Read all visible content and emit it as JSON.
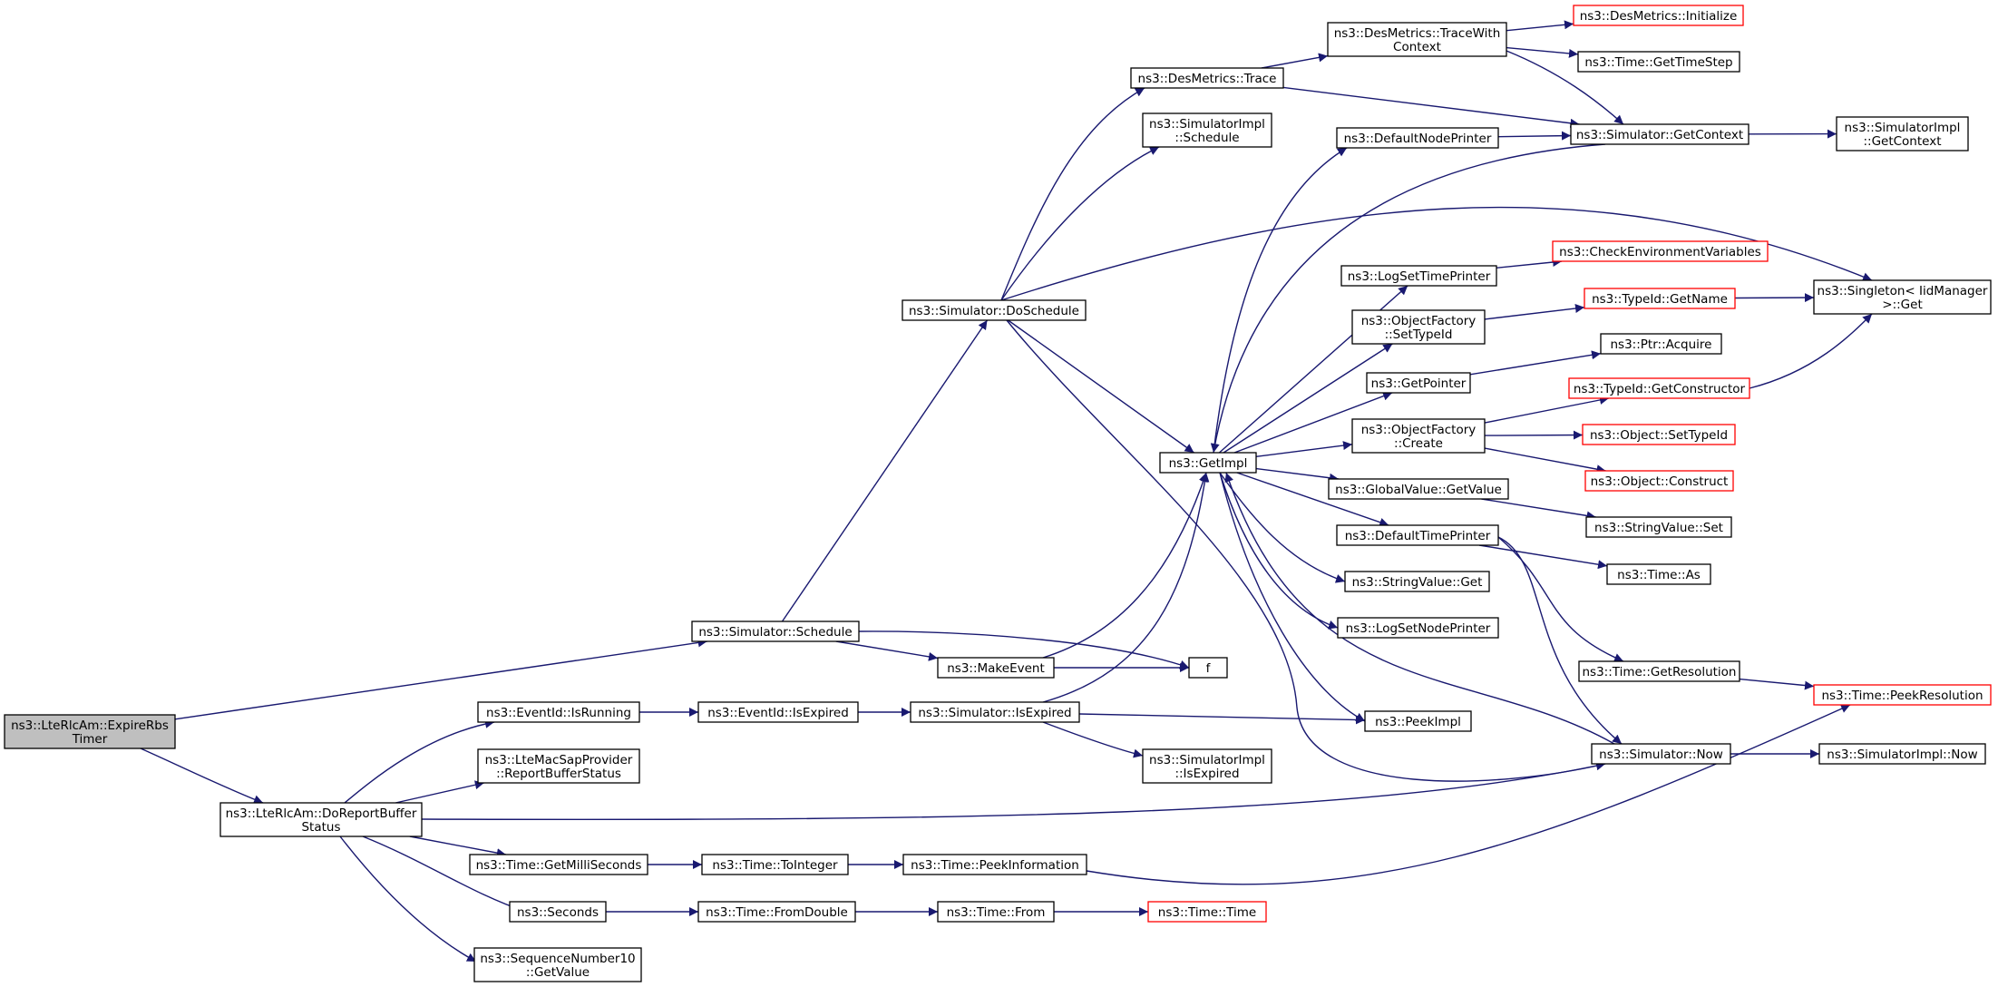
{
  "colors": {
    "edge": "#191970",
    "node_border": "#000000",
    "node_border_red": "#ff0000",
    "focus_fill": "#bfbfbf"
  },
  "nodes": {
    "expire_rbs_timer": {
      "lines": [
        "ns3::LteRlcAm::ExpireRbs",
        "Timer"
      ],
      "style": "focus"
    },
    "do_report_buffer_status": {
      "lines": [
        "ns3::LteRlcAm::DoReportBuffer",
        "Status"
      ],
      "style": "normal"
    },
    "simulator_schedule": {
      "lines": [
        "ns3::Simulator::Schedule"
      ],
      "style": "normal"
    },
    "simulator_doschedule": {
      "lines": [
        "ns3::Simulator::DoSchedule"
      ],
      "style": "normal"
    },
    "desmetrics_trace": {
      "lines": [
        "ns3::DesMetrics::Trace"
      ],
      "style": "normal"
    },
    "desmetrics_tracewith": {
      "lines": [
        "ns3::DesMetrics::TraceWith",
        "Context"
      ],
      "style": "normal"
    },
    "desmetrics_initialize": {
      "lines": [
        "ns3::DesMetrics::Initialize"
      ],
      "style": "red"
    },
    "time_gettimestep": {
      "lines": [
        "ns3::Time::GetTimeStep"
      ],
      "style": "normal"
    },
    "simimpl_schedule": {
      "lines": [
        "ns3::SimulatorImpl",
        "::Schedule"
      ],
      "style": "normal"
    },
    "defaultnodeprinter": {
      "lines": [
        "ns3::DefaultNodePrinter"
      ],
      "style": "normal"
    },
    "simulator_getcontext": {
      "lines": [
        "ns3::Simulator::GetContext"
      ],
      "style": "normal"
    },
    "simimpl_getcontext": {
      "lines": [
        "ns3::SimulatorImpl",
        "::GetContext"
      ],
      "style": "normal"
    },
    "checkenv": {
      "lines": [
        "ns3::CheckEnvironmentVariables"
      ],
      "style": "red"
    },
    "logsettimeprinter": {
      "lines": [
        "ns3::LogSetTimePrinter"
      ],
      "style": "normal"
    },
    "typeid_getname": {
      "lines": [
        "ns3::TypeId::GetName"
      ],
      "style": "red"
    },
    "singleton_get": {
      "lines": [
        "ns3::Singleton< IidManager",
        ">::Get"
      ],
      "style": "normal"
    },
    "objfactory_settypeid": {
      "lines": [
        "ns3::ObjectFactory",
        "::SetTypeId"
      ],
      "style": "normal"
    },
    "ptr_acquire": {
      "lines": [
        "ns3::Ptr::Acquire"
      ],
      "style": "normal"
    },
    "getpointer": {
      "lines": [
        "ns3::GetPointer"
      ],
      "style": "normal"
    },
    "typeid_getconstructor": {
      "lines": [
        "ns3::TypeId::GetConstructor"
      ],
      "style": "red"
    },
    "objfactory_create": {
      "lines": [
        "ns3::ObjectFactory",
        "::Create"
      ],
      "style": "normal"
    },
    "object_settypeid": {
      "lines": [
        "ns3::Object::SetTypeId"
      ],
      "style": "red"
    },
    "getimpl": {
      "lines": [
        "ns3::GetImpl"
      ],
      "style": "normal"
    },
    "object_construct": {
      "lines": [
        "ns3::Object::Construct"
      ],
      "style": "red"
    },
    "globalvalue_getvalue": {
      "lines": [
        "ns3::GlobalValue::GetValue"
      ],
      "style": "normal"
    },
    "stringvalue_set": {
      "lines": [
        "ns3::StringValue::Set"
      ],
      "style": "normal"
    },
    "defaulttimeprinter": {
      "lines": [
        "ns3::DefaultTimePrinter"
      ],
      "style": "normal"
    },
    "time_as": {
      "lines": [
        "ns3::Time::As"
      ],
      "style": "normal"
    },
    "stringvalue_get": {
      "lines": [
        "ns3::StringValue::Get"
      ],
      "style": "normal"
    },
    "logsetnodeprinter": {
      "lines": [
        "ns3::LogSetNodePrinter"
      ],
      "style": "normal"
    },
    "makeevent": {
      "lines": [
        "ns3::MakeEvent"
      ],
      "style": "normal"
    },
    "f": {
      "lines": [
        "f"
      ],
      "style": "normal"
    },
    "time_getresolution": {
      "lines": [
        "ns3::Time::GetResolution"
      ],
      "style": "normal"
    },
    "time_peekresolution": {
      "lines": [
        "ns3::Time::PeekResolution"
      ],
      "style": "red"
    },
    "eventid_isrunning": {
      "lines": [
        "ns3::EventId::IsRunning"
      ],
      "style": "normal"
    },
    "eventid_isexpired": {
      "lines": [
        "ns3::EventId::IsExpired"
      ],
      "style": "normal"
    },
    "simulator_isexpired": {
      "lines": [
        "ns3::Simulator::IsExpired"
      ],
      "style": "normal"
    },
    "peekimpl": {
      "lines": [
        "ns3::PeekImpl"
      ],
      "style": "normal"
    },
    "ltemacsap": {
      "lines": [
        "ns3::LteMacSapProvider",
        "::ReportBufferStatus"
      ],
      "style": "normal"
    },
    "simimpl_isexpired": {
      "lines": [
        "ns3::SimulatorImpl",
        "::IsExpired"
      ],
      "style": "normal"
    },
    "simulator_now": {
      "lines": [
        "ns3::Simulator::Now"
      ],
      "style": "normal"
    },
    "simimpl_now": {
      "lines": [
        "ns3::SimulatorImpl::Now"
      ],
      "style": "normal"
    },
    "time_getmilliseconds": {
      "lines": [
        "ns3::Time::GetMilliSeconds"
      ],
      "style": "normal"
    },
    "time_tointeger": {
      "lines": [
        "ns3::Time::ToInteger"
      ],
      "style": "normal"
    },
    "time_peekinformation": {
      "lines": [
        "ns3::Time::PeekInformation"
      ],
      "style": "normal"
    },
    "seconds": {
      "lines": [
        "ns3::Seconds"
      ],
      "style": "normal"
    },
    "time_fromdouble": {
      "lines": [
        "ns3::Time::FromDouble"
      ],
      "style": "normal"
    },
    "time_from": {
      "lines": [
        "ns3::Time::From"
      ],
      "style": "normal"
    },
    "time_time": {
      "lines": [
        "ns3::Time::Time"
      ],
      "style": "red"
    },
    "seqnum10_getvalue": {
      "lines": [
        "ns3::SequenceNumber10",
        "::GetValue"
      ],
      "style": "normal"
    }
  },
  "edges": [
    [
      "expire_rbs_timer",
      "simulator_schedule"
    ],
    [
      "expire_rbs_timer",
      "do_report_buffer_status"
    ],
    [
      "simulator_schedule",
      "simulator_doschedule"
    ],
    [
      "simulator_schedule",
      "makeevent"
    ],
    [
      "simulator_schedule",
      "f"
    ],
    [
      "simulator_doschedule",
      "desmetrics_trace"
    ],
    [
      "simulator_doschedule",
      "simimpl_schedule"
    ],
    [
      "simulator_doschedule",
      "singleton_get"
    ],
    [
      "simulator_doschedule",
      "getimpl"
    ],
    [
      "simulator_doschedule",
      "simulator_now"
    ],
    [
      "desmetrics_trace",
      "desmetrics_tracewith"
    ],
    [
      "desmetrics_trace",
      "simulator_getcontext"
    ],
    [
      "desmetrics_tracewith",
      "desmetrics_initialize"
    ],
    [
      "desmetrics_tracewith",
      "time_gettimestep"
    ],
    [
      "desmetrics_tracewith",
      "simulator_getcontext"
    ],
    [
      "defaultnodeprinter",
      "simulator_getcontext"
    ],
    [
      "simulator_getcontext",
      "simimpl_getcontext"
    ],
    [
      "simulator_getcontext",
      "getimpl"
    ],
    [
      "logsettimeprinter",
      "checkenv"
    ],
    [
      "objfactory_settypeid",
      "typeid_getname"
    ],
    [
      "typeid_getname",
      "singleton_get"
    ],
    [
      "getpointer",
      "ptr_acquire"
    ],
    [
      "typeid_getconstructor",
      "singleton_get"
    ],
    [
      "objfactory_create",
      "typeid_getconstructor"
    ],
    [
      "objfactory_create",
      "object_settypeid"
    ],
    [
      "objfactory_create",
      "object_construct"
    ],
    [
      "getimpl",
      "defaultnodeprinter"
    ],
    [
      "getimpl",
      "logsettimeprinter"
    ],
    [
      "getimpl",
      "objfactory_settypeid"
    ],
    [
      "getimpl",
      "getpointer"
    ],
    [
      "getimpl",
      "objfactory_create"
    ],
    [
      "getimpl",
      "globalvalue_getvalue"
    ],
    [
      "getimpl",
      "defaulttimeprinter"
    ],
    [
      "getimpl",
      "stringvalue_get"
    ],
    [
      "getimpl",
      "logsetnodeprinter"
    ],
    [
      "getimpl",
      "peekimpl"
    ],
    [
      "globalvalue_getvalue",
      "stringvalue_set"
    ],
    [
      "defaulttimeprinter",
      "time_as"
    ],
    [
      "defaulttimeprinter",
      "time_getresolution"
    ],
    [
      "defaulttimeprinter",
      "simulator_now"
    ],
    [
      "time_getresolution",
      "time_peekresolution"
    ],
    [
      "makeevent",
      "f"
    ],
    [
      "makeevent",
      "getimpl"
    ],
    [
      "do_report_buffer_status",
      "eventid_isrunning"
    ],
    [
      "do_report_buffer_status",
      "ltemacsap"
    ],
    [
      "do_report_buffer_status",
      "simulator_now"
    ],
    [
      "do_report_buffer_status",
      "time_getmilliseconds"
    ],
    [
      "do_report_buffer_status",
      "seconds"
    ],
    [
      "do_report_buffer_status",
      "seqnum10_getvalue"
    ],
    [
      "eventid_isrunning",
      "eventid_isexpired"
    ],
    [
      "eventid_isexpired",
      "simulator_isexpired"
    ],
    [
      "simulator_isexpired",
      "getimpl"
    ],
    [
      "simulator_isexpired",
      "peekimpl"
    ],
    [
      "simulator_isexpired",
      "simimpl_isexpired"
    ],
    [
      "simulator_now",
      "getimpl"
    ],
    [
      "simulator_now",
      "simimpl_now"
    ],
    [
      "time_getmilliseconds",
      "time_tointeger"
    ],
    [
      "time_tointeger",
      "time_peekinformation"
    ],
    [
      "time_peekinformation",
      "time_peekresolution"
    ],
    [
      "seconds",
      "time_fromdouble"
    ],
    [
      "time_fromdouble",
      "time_from"
    ],
    [
      "time_from",
      "time_time"
    ]
  ]
}
